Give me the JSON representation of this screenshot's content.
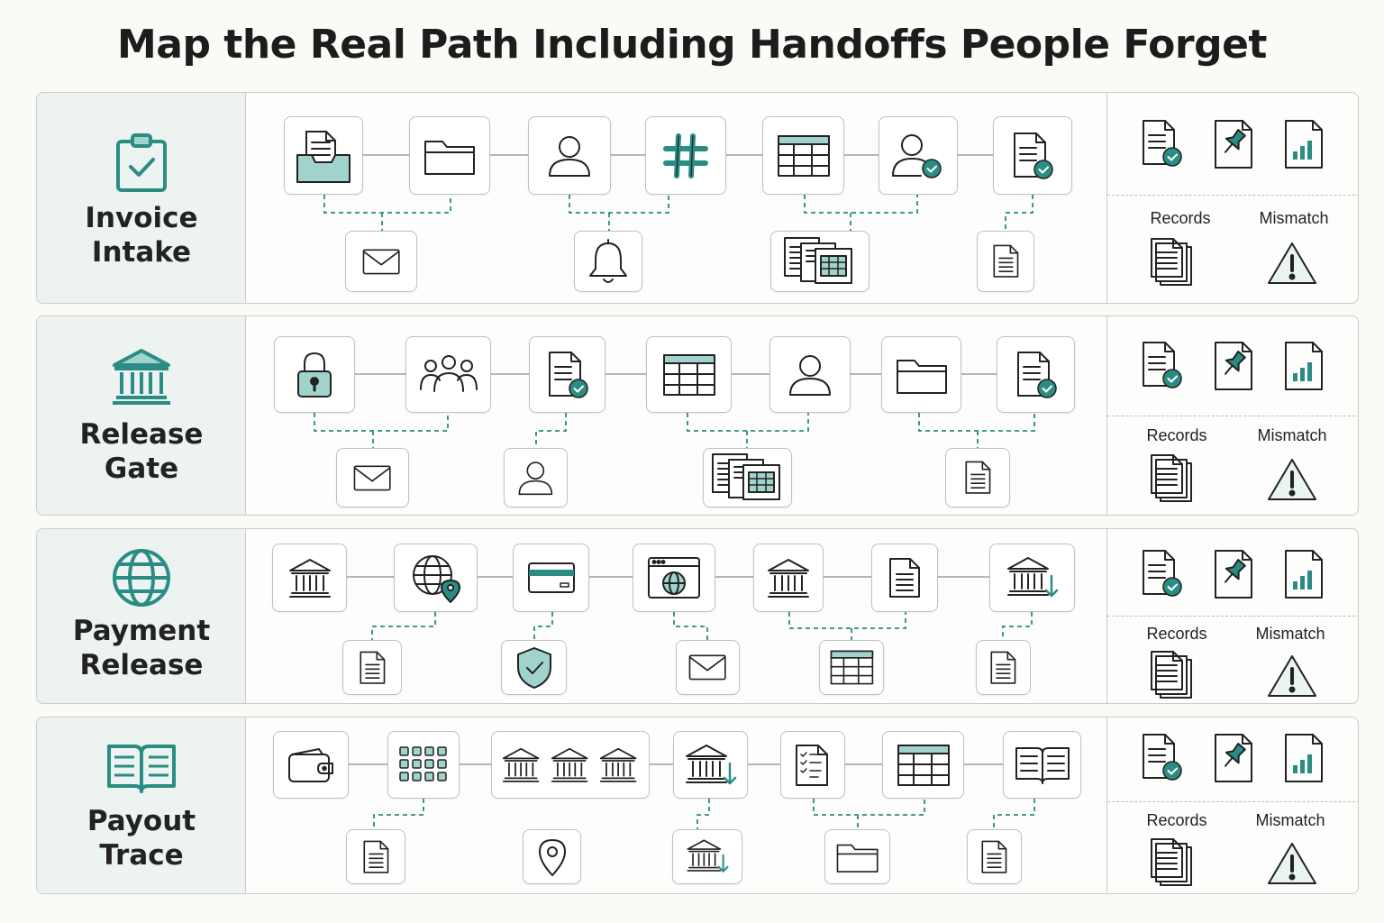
{
  "title": "Map the Real Path Including Handoffs People Forget",
  "colors": {
    "accent": "#2a8c83",
    "accent_fill": "#9fd3cb",
    "ink": "#222222",
    "border": "#bfc3bf"
  },
  "lanes": [
    {
      "name": "Invoice\nIntake",
      "lane_icon": "clipboard-check-icon",
      "steps": [
        "inbox-document-icon",
        "folder-icon",
        "person-icon",
        "hashtag-icon",
        "spreadsheet-icon",
        "user-check-icon",
        "document-check-icon"
      ],
      "handoffs": [
        "envelope-icon",
        "bell-icon",
        "stacked-sheets-icon",
        "document-icon"
      ],
      "records_label": "Records",
      "mismatch_label": "Mismatch",
      "panel_icons": [
        "document-check-icon",
        "pin-document-icon",
        "chart-document-icon",
        "records-stack-icon",
        "warning-triangle-icon"
      ]
    },
    {
      "name": "Release\nGate",
      "lane_icon": "bank-icon",
      "steps": [
        "padlock-icon",
        "team-icon",
        "document-check-icon",
        "spreadsheet-icon",
        "person-icon",
        "folder-icon",
        "document-check-icon"
      ],
      "handoffs": [
        "envelope-icon",
        "person-icon",
        "stacked-sheets-icon",
        "document-icon"
      ],
      "records_label": "Records",
      "mismatch_label": "Mismatch",
      "panel_icons": [
        "document-check-icon",
        "pin-document-icon",
        "chart-document-icon",
        "records-stack-icon",
        "warning-triangle-icon"
      ]
    },
    {
      "name": "Payment\nRelease",
      "lane_icon": "globe-icon",
      "steps": [
        "bank-icon",
        "globe-pin-icon",
        "credit-card-icon",
        "browser-globe-icon",
        "bank-icon",
        "document-icon",
        "bank-download-icon"
      ],
      "handoffs": [
        "document-icon",
        "shield-check-icon",
        "envelope-icon",
        "spreadsheet-icon",
        "document-icon"
      ],
      "records_label": "Records",
      "mismatch_label": "Mismatch",
      "panel_icons": [
        "document-check-icon",
        "pin-document-icon",
        "chart-document-icon",
        "records-stack-icon",
        "warning-triangle-icon"
      ]
    },
    {
      "name": "Payout\nTrace",
      "lane_icon": "open-book-icon",
      "steps": [
        "wallet-icon",
        "keypad-grid-icon",
        "three-banks-icon",
        "bank-download-icon",
        "checklist-icon",
        "spreadsheet-icon",
        "open-book-icon"
      ],
      "handoffs": [
        "document-icon",
        "map-pin-icon",
        "bank-download-icon",
        "folder-icon",
        "document-icon"
      ],
      "records_label": "Records",
      "mismatch_label": "Mismatch",
      "panel_icons": [
        "document-check-icon",
        "pin-document-icon",
        "chart-document-icon",
        "records-stack-icon",
        "warning-triangle-icon"
      ]
    }
  ]
}
